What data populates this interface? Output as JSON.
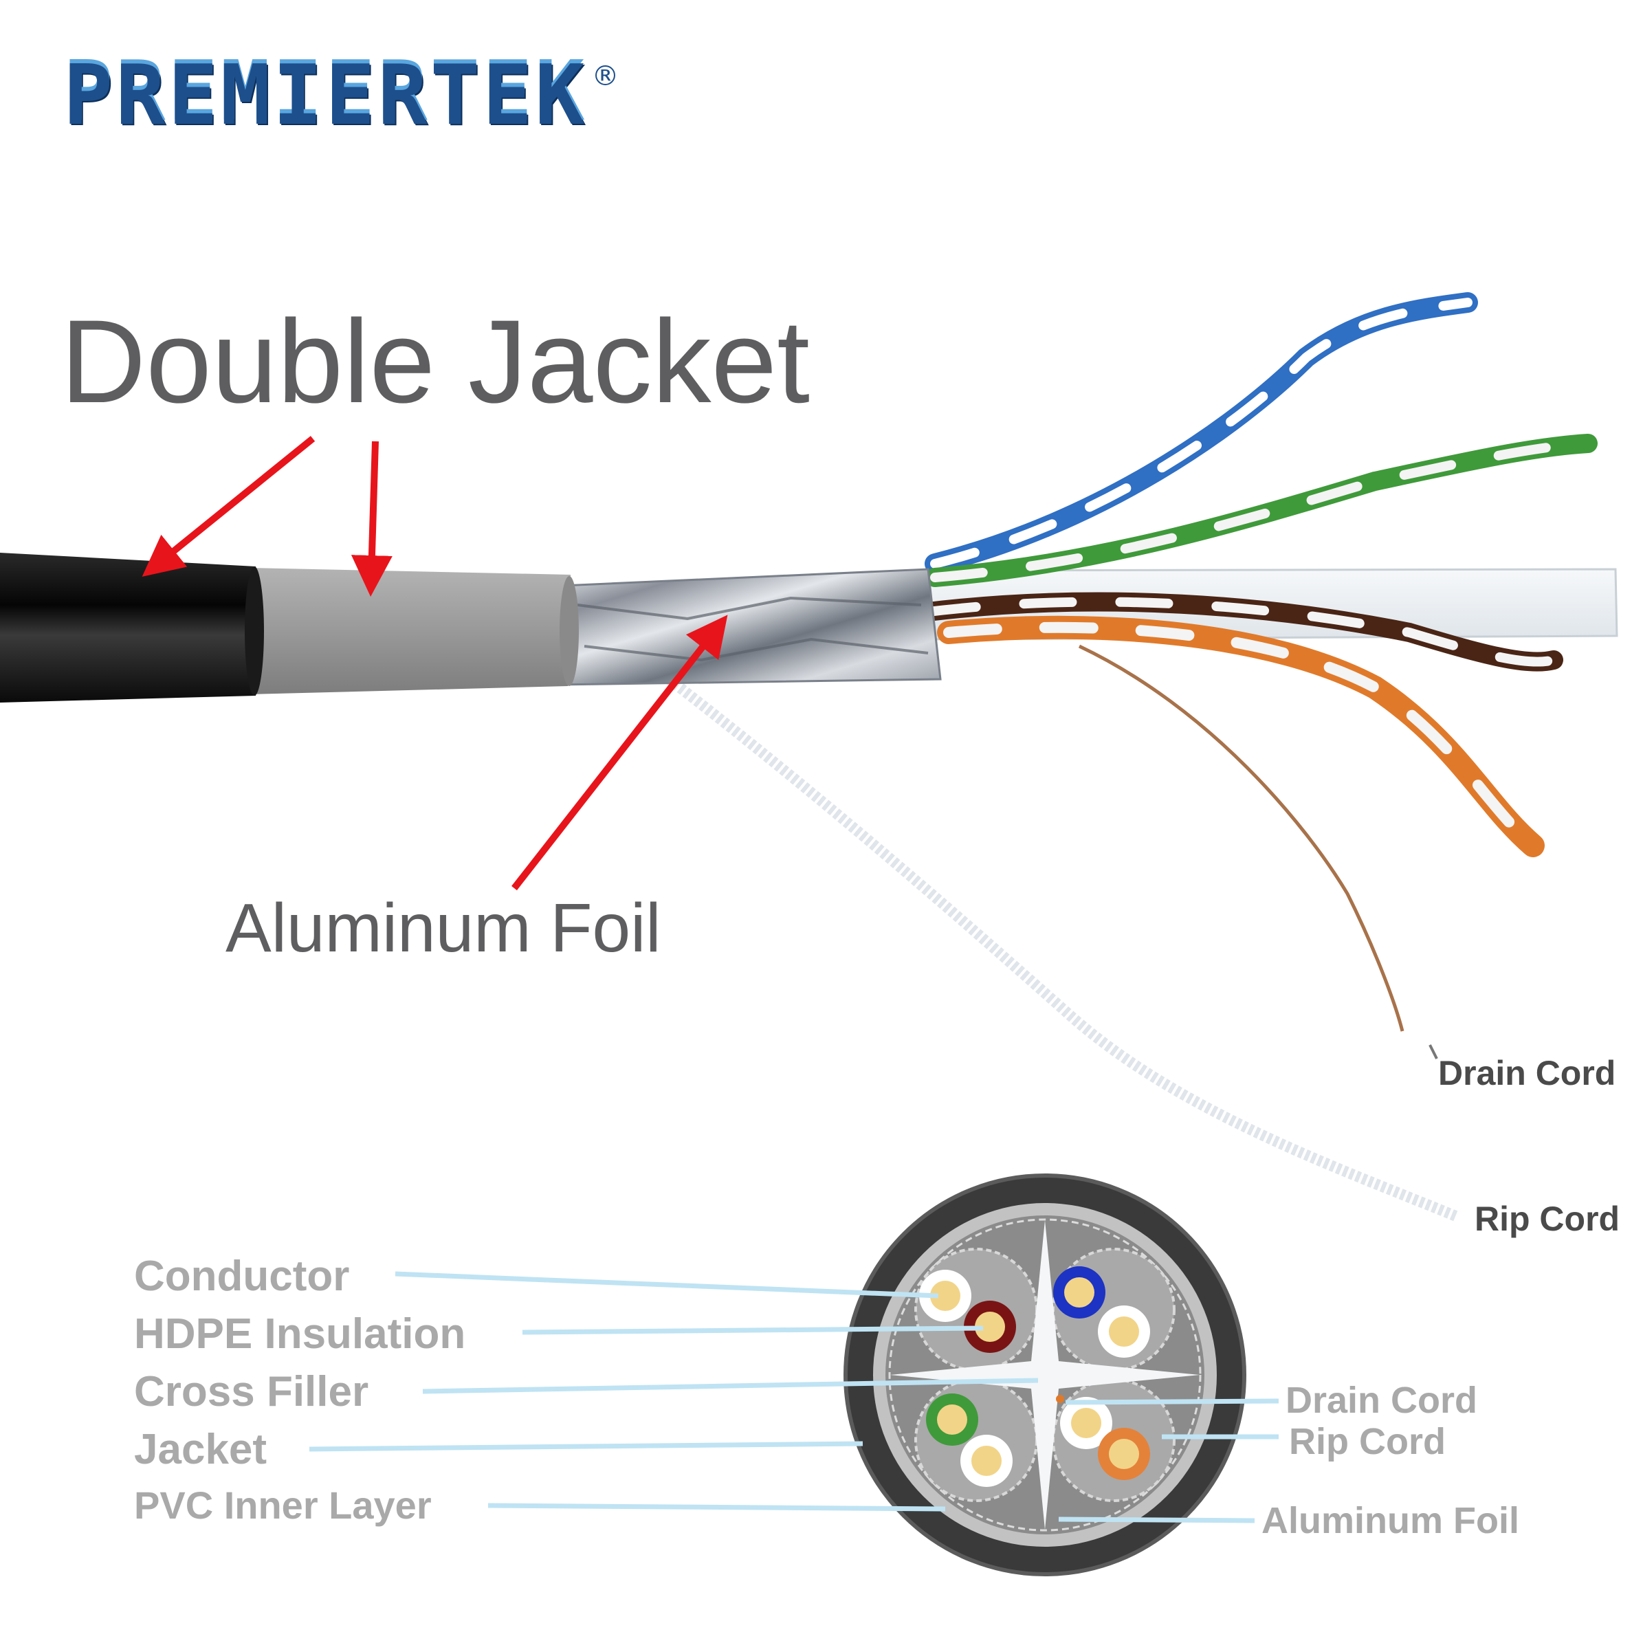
{
  "brand": {
    "name": "PREMIERTEK",
    "registered_mark": "®",
    "color": "#1d4f8c"
  },
  "headline": "Double Jacket",
  "labels": {
    "aluminum_foil": "Aluminum Foil",
    "drain_cord": "Drain Cord",
    "rip_cord": "Rip Cord"
  },
  "cross_section_legend": {
    "left": [
      "Conductor",
      "HDPE Insulation",
      "Cross Filler",
      "Jacket",
      "PVC Inner Layer"
    ],
    "right": [
      "Drain Cord",
      "Rip Cord",
      "Aluminum Foil"
    ]
  },
  "colors": {
    "arrow": "#e8141b",
    "outer_jacket": "#111111",
    "inner_jacket": "#9a9a9a",
    "foil": "#c9ccd2",
    "pair_blue": "#2f6fc4",
    "pair_green": "#3f9a3a",
    "pair_brown": "#4a2515",
    "pair_orange": "#e07a2a",
    "leader_line": "#bfe3f3"
  }
}
